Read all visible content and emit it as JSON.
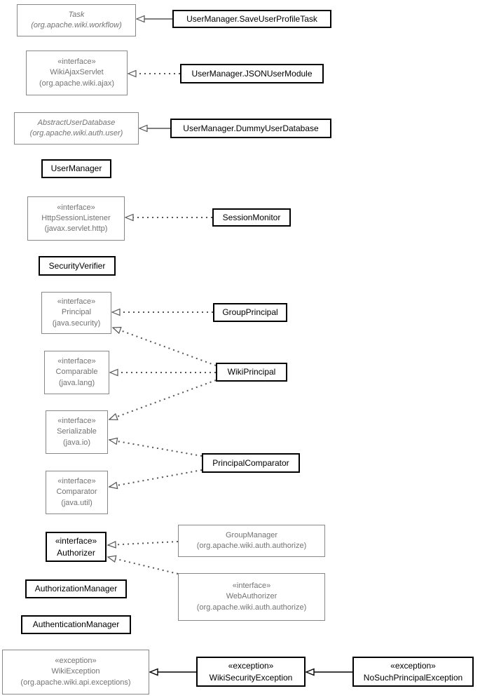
{
  "nodes": {
    "task": {
      "name": "Task",
      "package": "(org.apache.wiki.workflow)"
    },
    "save_user_profile_task": {
      "name": "UserManager.SaveUserProfileTask"
    },
    "wiki_ajax_servlet": {
      "stereotype": "«interface»",
      "name": "WikiAjaxServlet",
      "package": "(org.apache.wiki.ajax)"
    },
    "json_user_module": {
      "name": "UserManager.JSONUserModule"
    },
    "abstract_user_database": {
      "name": "AbstractUserDatabase",
      "package": "(org.apache.wiki.auth.user)"
    },
    "dummy_user_database": {
      "name": "UserManager.DummyUserDatabase"
    },
    "user_manager": {
      "name": "UserManager"
    },
    "http_session_listener": {
      "stereotype": "«interface»",
      "name": "HttpSessionListener",
      "package": "(javax.servlet.http)"
    },
    "session_monitor": {
      "name": "SessionMonitor"
    },
    "security_verifier": {
      "name": "SecurityVerifier"
    },
    "principal": {
      "stereotype": "«interface»",
      "name": "Principal",
      "package": "(java.security)"
    },
    "group_principal": {
      "name": "GroupPrincipal"
    },
    "comparable": {
      "stereotype": "«interface»",
      "name": "Comparable",
      "package": "(java.lang)"
    },
    "wiki_principal": {
      "name": "WikiPrincipal"
    },
    "serializable": {
      "stereotype": "«interface»",
      "name": "Serializable",
      "package": "(java.io)"
    },
    "comparator": {
      "stereotype": "«interface»",
      "name": "Comparator",
      "package": "(java.util)"
    },
    "principal_comparator": {
      "name": "PrincipalComparator"
    },
    "authorizer": {
      "stereotype": "«interface»",
      "name": "Authorizer"
    },
    "group_manager": {
      "name": "GroupManager",
      "package": "(org.apache.wiki.auth.authorize)"
    },
    "web_authorizer": {
      "stereotype": "«interface»",
      "name": "WebAuthorizer",
      "package": "(org.apache.wiki.auth.authorize)"
    },
    "authorization_manager": {
      "name": "AuthorizationManager"
    },
    "authentication_manager": {
      "name": "AuthenticationManager"
    },
    "wiki_exception": {
      "stereotype": "«exception»",
      "name": "WikiException",
      "package": "(org.apache.wiki.api.exceptions)"
    },
    "wiki_security_exception": {
      "stereotype": "«exception»",
      "name": "WikiSecurityException"
    },
    "no_such_principal_exception": {
      "stereotype": "«exception»",
      "name": "NoSuchPrincipalException"
    }
  },
  "edges": [
    {
      "from": "UserManager.SaveUserProfileTask",
      "to": "Task",
      "line": "solid",
      "arrow": "hollow-triangle"
    },
    {
      "from": "UserManager.JSONUserModule",
      "to": "WikiAjaxServlet",
      "line": "dotted",
      "arrow": "hollow-triangle"
    },
    {
      "from": "UserManager.DummyUserDatabase",
      "to": "AbstractUserDatabase",
      "line": "solid",
      "arrow": "hollow-triangle"
    },
    {
      "from": "SessionMonitor",
      "to": "HttpSessionListener",
      "line": "dotted",
      "arrow": "hollow-triangle"
    },
    {
      "from": "GroupPrincipal",
      "to": "Principal",
      "line": "dotted",
      "arrow": "hollow-triangle"
    },
    {
      "from": "WikiPrincipal",
      "to": "Principal",
      "line": "dotted",
      "arrow": "hollow-triangle"
    },
    {
      "from": "WikiPrincipal",
      "to": "Comparable",
      "line": "dotted",
      "arrow": "hollow-triangle"
    },
    {
      "from": "WikiPrincipal",
      "to": "Serializable",
      "line": "dotted",
      "arrow": "hollow-triangle"
    },
    {
      "from": "PrincipalComparator",
      "to": "Serializable",
      "line": "dotted",
      "arrow": "hollow-triangle"
    },
    {
      "from": "PrincipalComparator",
      "to": "Comparator",
      "line": "dotted",
      "arrow": "hollow-triangle"
    },
    {
      "from": "GroupManager",
      "to": "Authorizer",
      "line": "dotted",
      "arrow": "hollow-triangle"
    },
    {
      "from": "WebAuthorizer",
      "to": "Authorizer",
      "line": "dotted",
      "arrow": "hollow-triangle"
    },
    {
      "from": "WikiSecurityException",
      "to": "WikiException",
      "line": "solid",
      "arrow": "hollow-triangle"
    },
    {
      "from": "NoSuchPrincipalException",
      "to": "WikiSecurityException",
      "line": "solid",
      "arrow": "hollow-triangle"
    }
  ],
  "colors": {
    "background": "#ffffff",
    "internal_border": "#000000",
    "internal_text": "#000000",
    "external_border": "#888888",
    "external_text": "#737373",
    "edge_gray": "#555555",
    "edge_black": "#000000"
  }
}
